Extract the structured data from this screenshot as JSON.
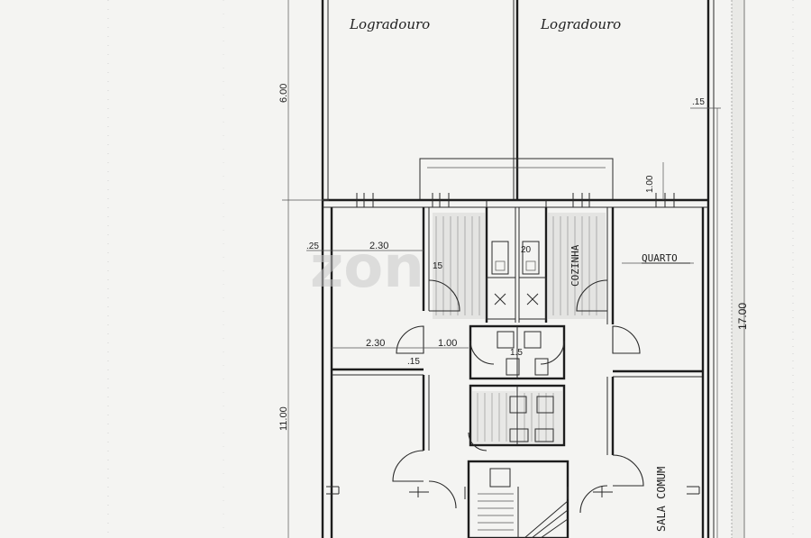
{
  "labels": {
    "patio_left": "Logradouro",
    "patio_right": "Logradouro",
    "bedroom": "QUARTO",
    "kitchen": "COZINHA",
    "common_room": "SALA COMUM",
    "watermark": "zon"
  },
  "dimensions": {
    "d_6_00": "6.00",
    "d_17_00": "17.00",
    "d_11_00": "11.00",
    "d_1_00_top": "1.00",
    "d_15_top": ".15",
    "d_25": ".25",
    "d_2_30_top": "2.30",
    "d_15_k": "15",
    "d_20": "20",
    "d_2_30_mid": "2.30",
    "d_1_00_mid": "1.00",
    "d_1_5": "1.5",
    "d_15_mid": ".15"
  }
}
